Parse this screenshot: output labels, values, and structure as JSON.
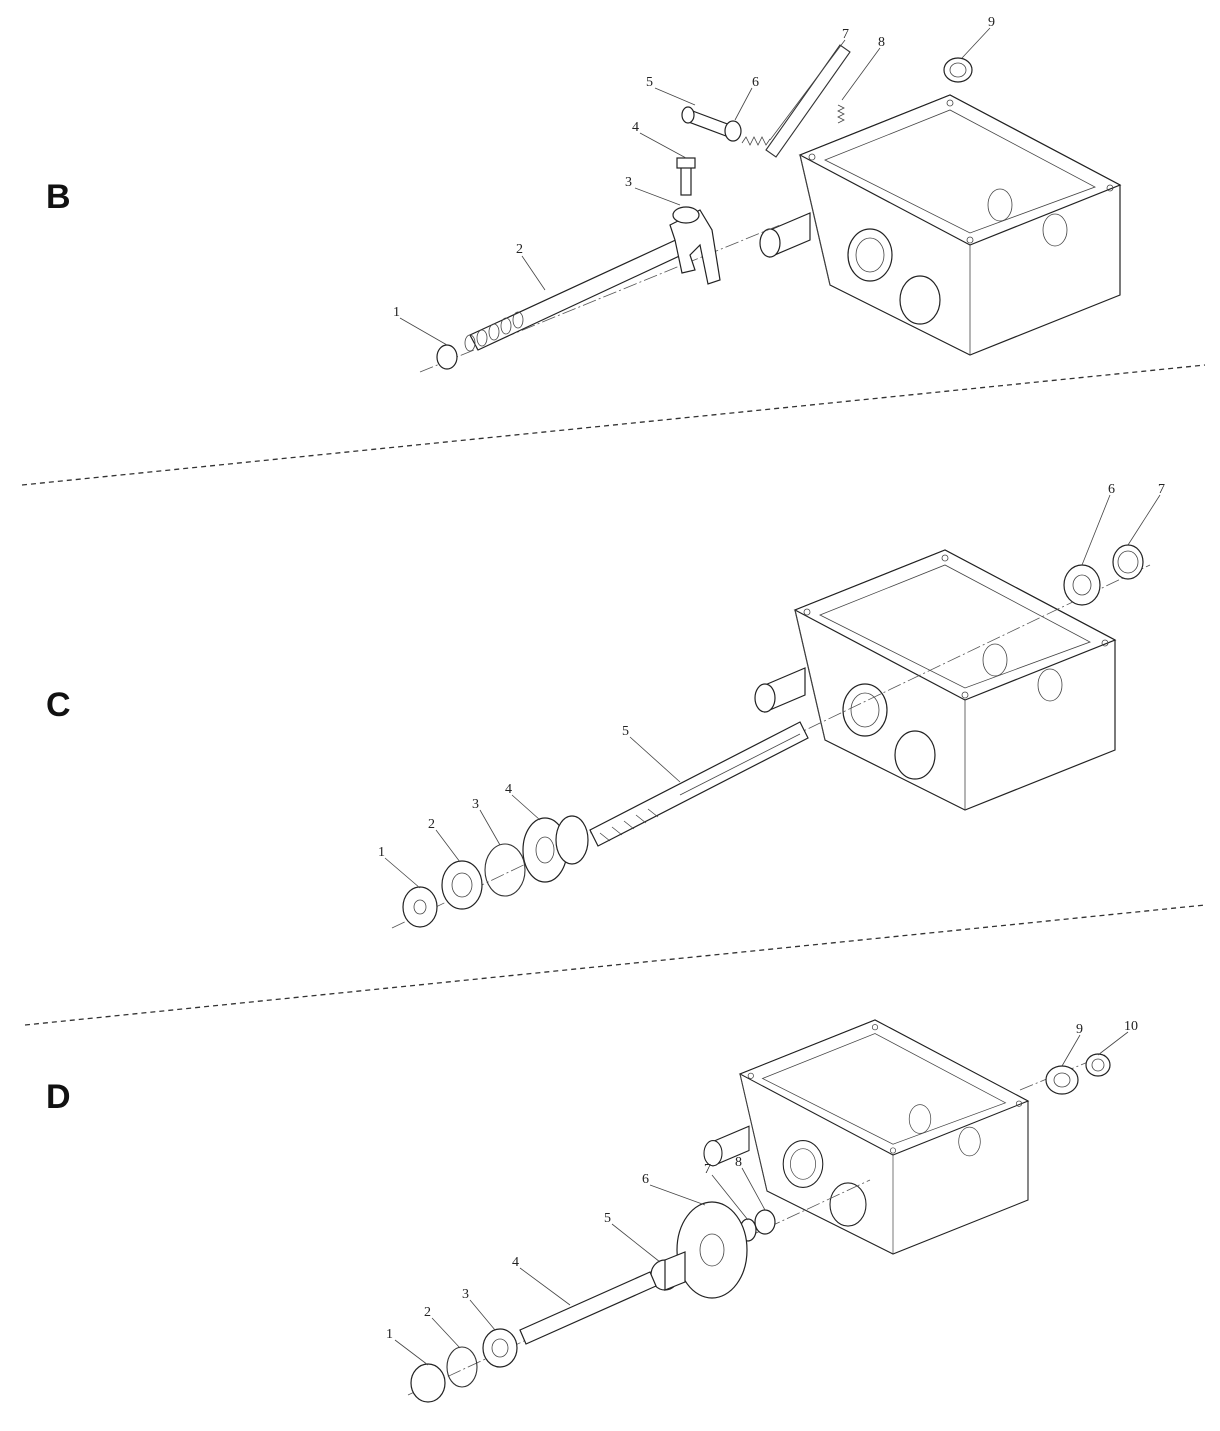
{
  "sections": [
    {
      "id": "B",
      "label": "B",
      "callouts": [
        "1",
        "2",
        "3",
        "4",
        "5",
        "6",
        "7",
        "8",
        "9"
      ]
    },
    {
      "id": "C",
      "label": "C",
      "callouts": [
        "1",
        "2",
        "3",
        "4",
        "5",
        "6",
        "7"
      ]
    },
    {
      "id": "D",
      "label": "D",
      "callouts": [
        "1",
        "2",
        "3",
        "4",
        "5",
        "6",
        "7",
        "8",
        "9",
        "10"
      ]
    }
  ]
}
